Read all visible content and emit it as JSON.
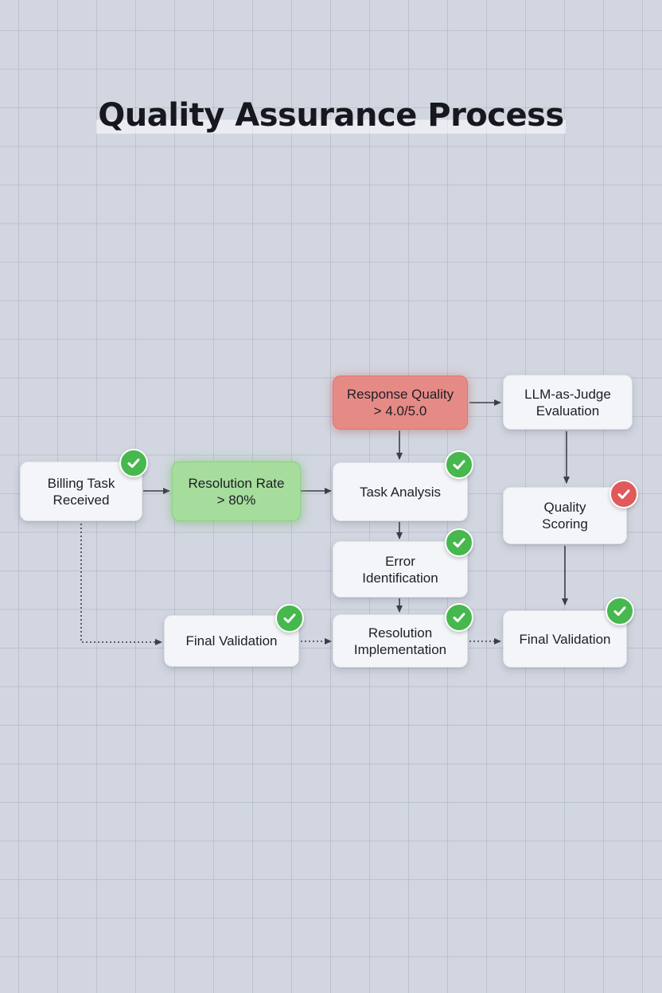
{
  "title": "Quality Assurance Process",
  "colors": {
    "background": "#d2d6e0",
    "node": "#f4f5f8",
    "metric_pass": "#a6dc9c",
    "metric_fail": "#e68a86",
    "check_ok": "#46b84d",
    "check_warn": "#e0595b"
  },
  "nodes": {
    "billing_task": {
      "label": "Billing Task\nReceived",
      "status": "pass"
    },
    "resolution_rate": {
      "label": "Resolution Rate\n> 80%",
      "status": "metric-pass"
    },
    "response_quality": {
      "label": "Response Quality\n> 4.0/5.0",
      "status": "metric-fail"
    },
    "llm_judge": {
      "label": "LLM-as-Judge\nEvaluation",
      "status": "none"
    },
    "task_analysis": {
      "label": "Task Analysis",
      "status": "pass"
    },
    "quality_scoring": {
      "label": "Quality\nScoring",
      "status": "warn"
    },
    "error_identification": {
      "label": "Error\nIdentification",
      "status": "pass"
    },
    "final_validation_left": {
      "label": "Final Validation",
      "status": "pass"
    },
    "resolution_implementation": {
      "label": "Resolution\nImplementation",
      "status": "pass"
    },
    "final_validation_right": {
      "label": "Final Validation",
      "status": "pass"
    }
  },
  "icons": {
    "pass": "check-icon",
    "warn": "check-icon"
  }
}
